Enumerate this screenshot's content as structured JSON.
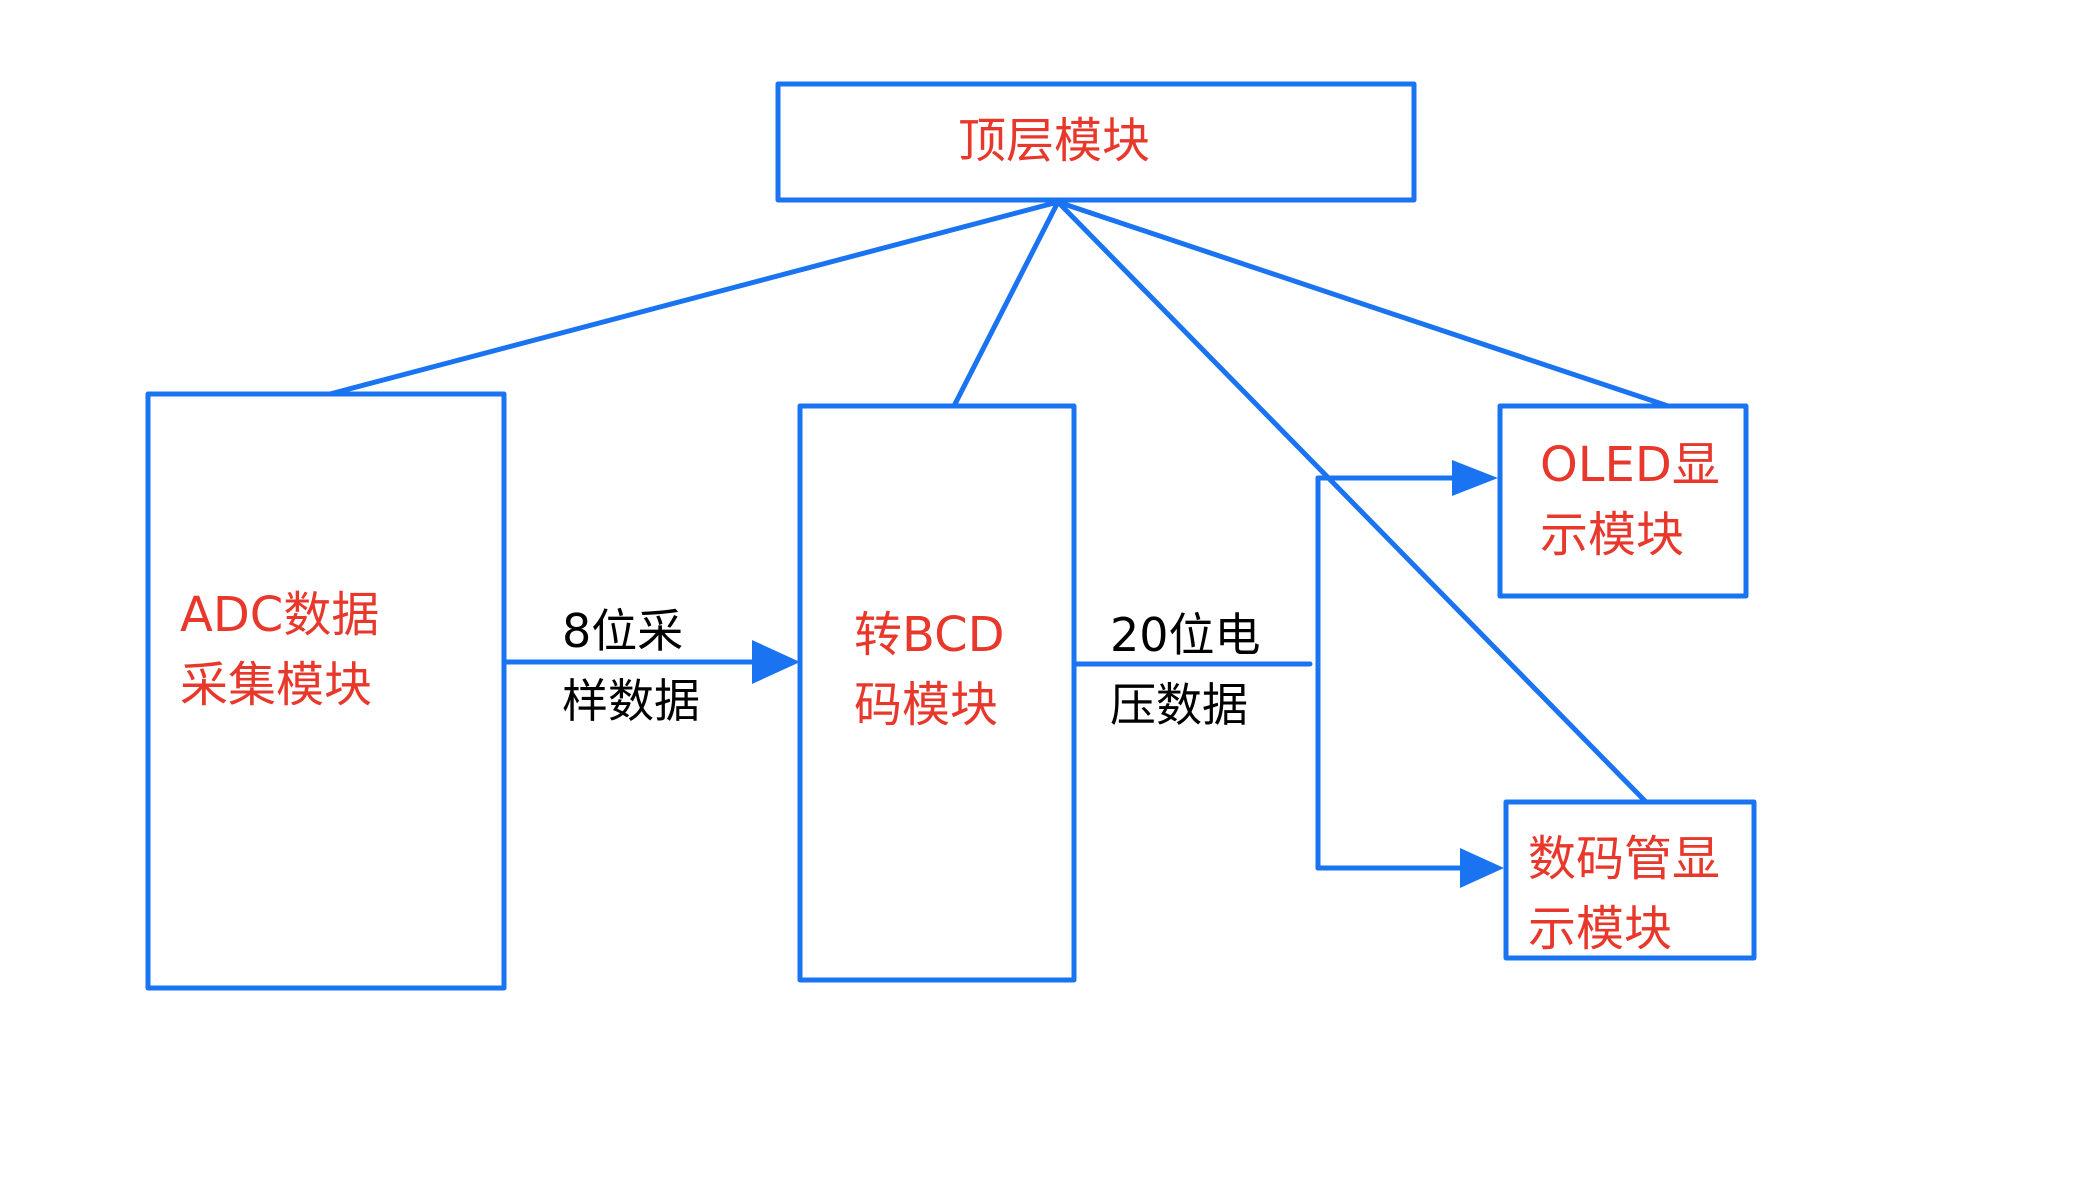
{
  "colors": {
    "stroke": "#1a73f0",
    "module_text": "#e8382c",
    "flow_text": "#000000",
    "background": "#ffffff"
  },
  "modules": {
    "top": "顶层模块",
    "adc": "ADC数据\n采集模块",
    "bcd": "转BCD\n码模块",
    "oled": "OLED显\n示模块",
    "seg": "数码管显\n示模块"
  },
  "flows": {
    "adc_to_bcd": "8位采\n样数据",
    "bcd_to_display": "20位电\n压数据"
  }
}
